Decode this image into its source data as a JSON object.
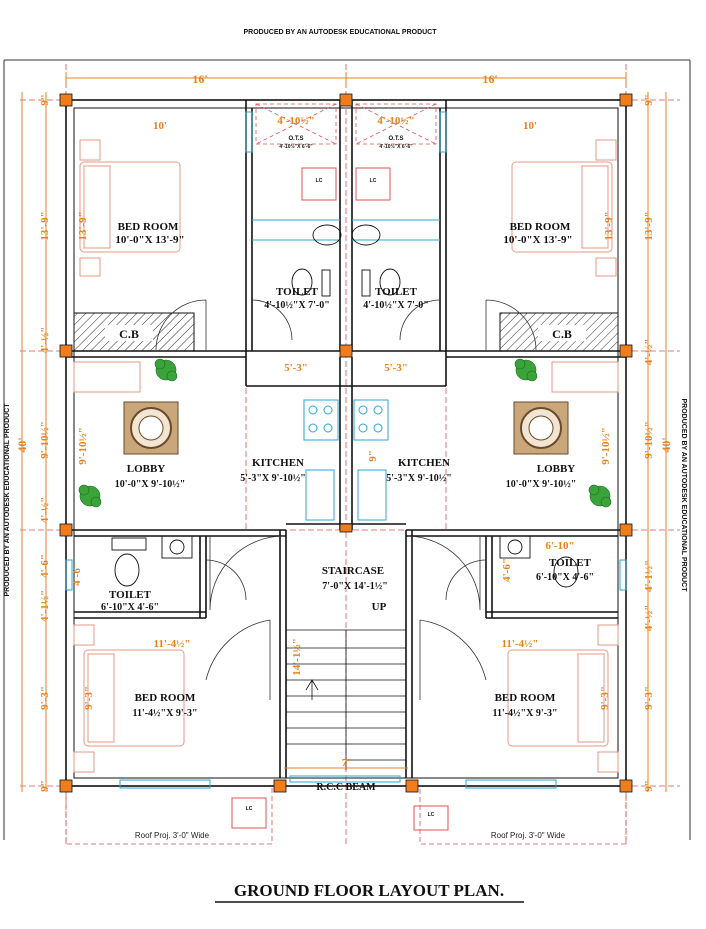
{
  "watermark": "PRODUCED BY AN AUTODESK EDUCATIONAL PRODUCT",
  "title": "GROUND FLOOR LAYOUT PLAN.",
  "overall_dims": {
    "left_width": "16'",
    "right_width": "16'",
    "height": "40'"
  },
  "rooms": {
    "bed_left_top": {
      "name": "BED ROOM",
      "size": "10'-0\"X 13'-9\""
    },
    "bed_right_top": {
      "name": "BED ROOM",
      "size": "10'-0\"X 13'-9\""
    },
    "toilet_left_top": {
      "name": "TOILET",
      "size": "4'-10½\"X 7'-0\""
    },
    "toilet_right_top": {
      "name": "TOILET",
      "size": "4'-10½\"X 7'-0\""
    },
    "cb_left": {
      "name": "C.B"
    },
    "cb_right": {
      "name": "C.B"
    },
    "lobby_left": {
      "name": "LOBBY",
      "size": "10'-0\"X 9'-10½\""
    },
    "lobby_right": {
      "name": "LOBBY",
      "size": "10'-0\"X 9'-10½\""
    },
    "kitchen_left": {
      "name": "KITCHEN",
      "size": "5'-3\"X 9'-10½\""
    },
    "kitchen_right": {
      "name": "KITCHEN",
      "size": "5'-3\"X 9'-10½\""
    },
    "staircase": {
      "name": "STAIRCASE",
      "size": "7'-0\"X 14'-1½\"",
      "up": "UP"
    },
    "toilet_left_bottom": {
      "name": "TOILET",
      "size": "6'-10\"X 4'-6\""
    },
    "toilet_right_bottom": {
      "name": "TOILET",
      "size": "6'-10\"X 4'-6\""
    },
    "bed_left_bottom": {
      "name": "BED ROOM",
      "size": "11'-4½\"X 9'-3\""
    },
    "bed_right_bottom": {
      "name": "BED ROOM",
      "size": "11'-4½\"X 9'-3\""
    },
    "rcc_beam": {
      "name": "R.C.C BEAM"
    }
  },
  "labels": {
    "ots_left": "O.T.S",
    "ots_left_size": "4'-10½\"X 6'-6\"",
    "ots_right": "O.T.S",
    "ots_right_size": "4'-10½\"X 6'-6\"",
    "lc": "LC",
    "roof_proj_left": "Roof Proj. 3'-0\" Wide",
    "roof_proj_right": "Roof Proj. 3'-0\" Wide"
  },
  "dims": {
    "bed_top_w": "10'",
    "toilet_top_w": "4'-10½\"",
    "bed_top_h": "13'-9\"",
    "wall": "9\"",
    "cb_h": "4'-½\"",
    "lobby_h": "9'-10½\"",
    "kitchen_w": "5'-3\"",
    "toilet_b_h": "4'-6\"",
    "toilet_b_h2": "4'-1½\"",
    "bed_b_w": "11'-4½\"",
    "bed_b_h": "9'-3\"",
    "stair_h": "14'-1½\"",
    "stair_w": "7'",
    "toilet_b_w": "6'-10\""
  },
  "colors": {
    "wall": "#111111",
    "dimension": "#e8821c",
    "furniture": "#e59a86",
    "fixture": "#2aa7d6",
    "grid": "#e05050",
    "column": "#f07c1c"
  }
}
